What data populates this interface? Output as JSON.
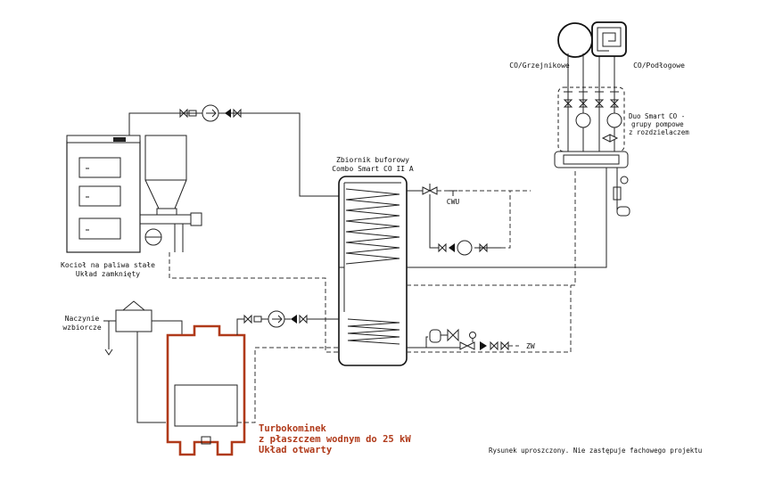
{
  "labels": {
    "co_grzejnikowe": "CO/Grzejnikowe",
    "co_podlogowe": "CO/Podłogowe",
    "pump_group_1": "Duo Smart CO -",
    "pump_group_2": "grupy pompowe",
    "pump_group_3": "z rozdzielaczem",
    "tank_1": "Zbiornik buforowy",
    "tank_2": "Combo Smart CO II A",
    "cwu": "CWU",
    "zw": "ZW",
    "boiler_1": "Kocioł na paliwa stałe",
    "boiler_2": "Układ zamknięty",
    "expansion_1": "Naczynie",
    "expansion_2": "wzbiorcze",
    "fireplace_1": "Turbokominek",
    "fireplace_2": "z płaszczem wodnym do 25 kW",
    "fireplace_3": "Układ otwarty",
    "note": "Rysunek uproszczony. Nie zastępuje fachowego projektu"
  },
  "colors": {
    "line": "#222222",
    "fireplace": "#b03a1a"
  },
  "icons": [
    "pump-icon",
    "valve-icon",
    "check-valve-icon",
    "three-way-valve-icon",
    "radiator-icon",
    "underfloor-coil-icon",
    "manometer-icon",
    "expansion-vessel-icon"
  ]
}
